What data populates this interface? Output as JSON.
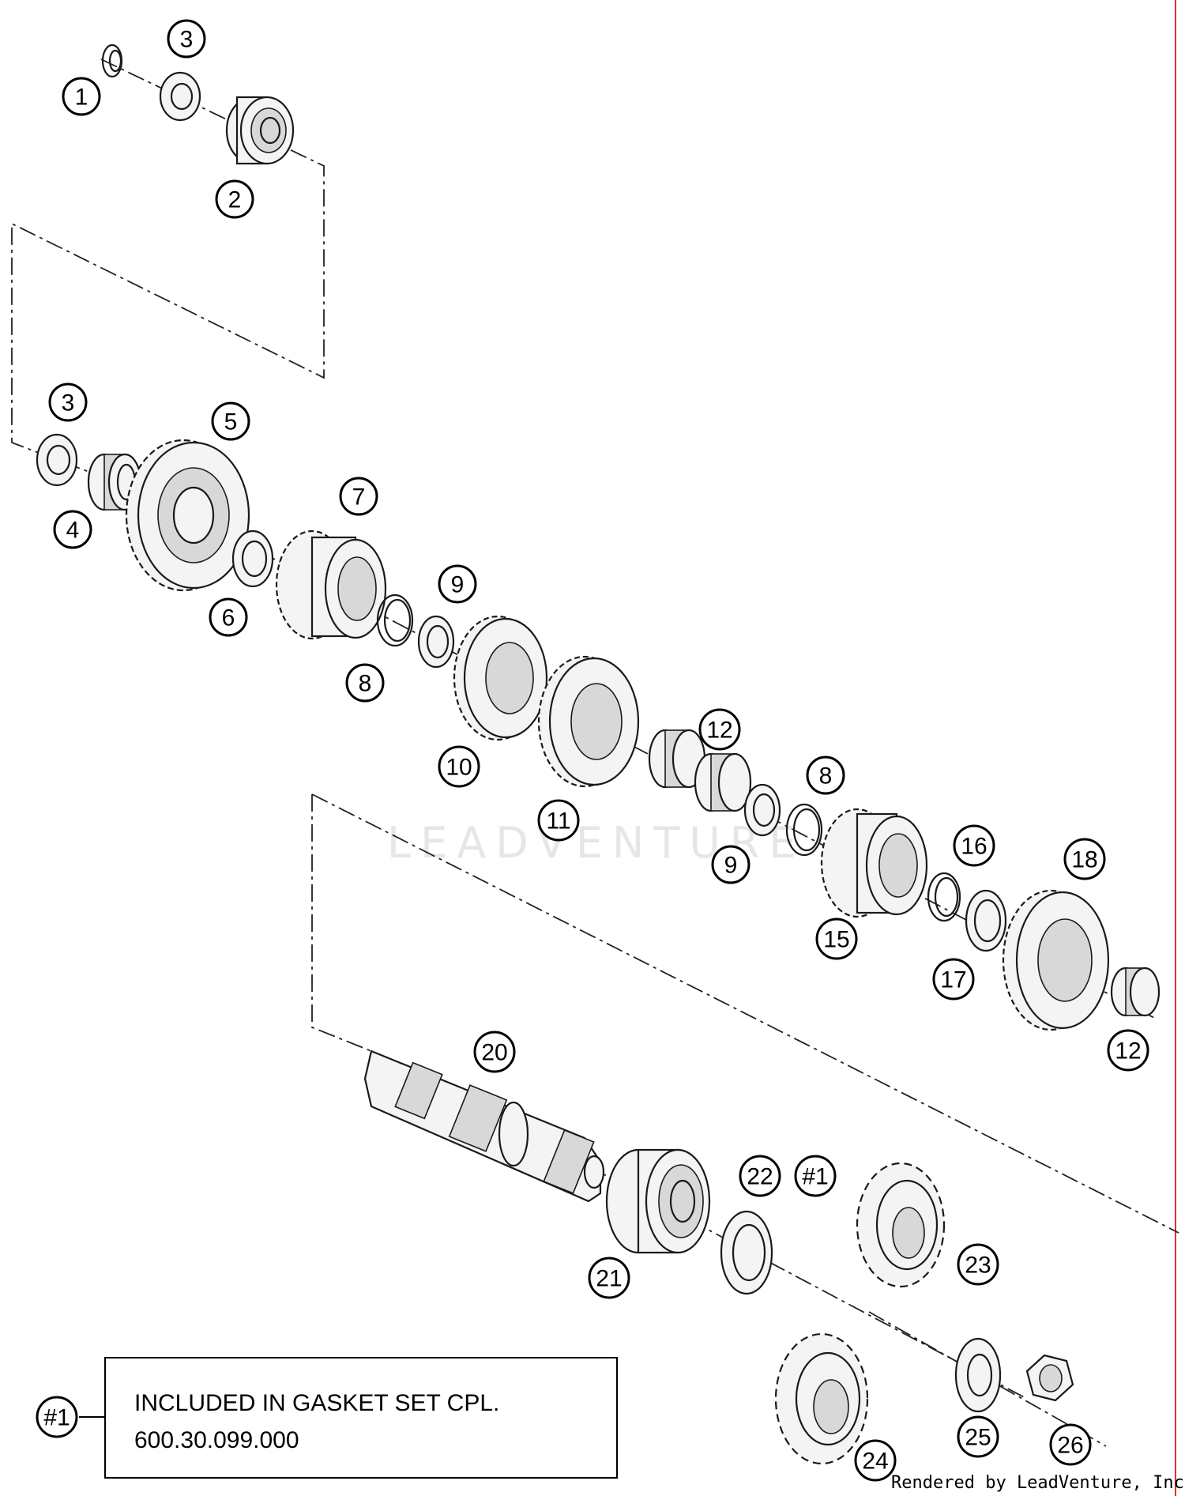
{
  "callouts": [
    {
      "id": "c1",
      "label": "1"
    },
    {
      "id": "c3a",
      "label": "3"
    },
    {
      "id": "c2",
      "label": "2"
    },
    {
      "id": "c3b",
      "label": "3"
    },
    {
      "id": "c5",
      "label": "5"
    },
    {
      "id": "c4",
      "label": "4"
    },
    {
      "id": "c7",
      "label": "7"
    },
    {
      "id": "c6",
      "label": "6"
    },
    {
      "id": "c9a",
      "label": "9"
    },
    {
      "id": "c8a",
      "label": "8"
    },
    {
      "id": "c10",
      "label": "10"
    },
    {
      "id": "c11",
      "label": "11"
    },
    {
      "id": "c12a",
      "label": "12"
    },
    {
      "id": "c8b",
      "label": "8"
    },
    {
      "id": "c9b",
      "label": "9"
    },
    {
      "id": "c16",
      "label": "16"
    },
    {
      "id": "c18",
      "label": "18"
    },
    {
      "id": "c15",
      "label": "15"
    },
    {
      "id": "c17",
      "label": "17"
    },
    {
      "id": "c12b",
      "label": "12"
    },
    {
      "id": "c20",
      "label": "20"
    },
    {
      "id": "c22",
      "label": "22"
    },
    {
      "id": "cn1",
      "label": "#1"
    },
    {
      "id": "c21",
      "label": "21"
    },
    {
      "id": "c23",
      "label": "23"
    },
    {
      "id": "c24",
      "label": "24"
    },
    {
      "id": "c25",
      "label": "25"
    },
    {
      "id": "c26",
      "label": "26"
    },
    {
      "id": "cn1b",
      "label": "#1"
    }
  ],
  "note": {
    "line1": "INCLUDED IN GASKET SET CPL.",
    "line2": "600.30.099.000"
  },
  "watermark": "LEADVENTURE",
  "credit": "Rendered by LeadVenture, Inc.",
  "colors": {
    "line": "#1a1a1a",
    "edge_rule": "#e03030",
    "watermark": "#e6e6e6"
  }
}
